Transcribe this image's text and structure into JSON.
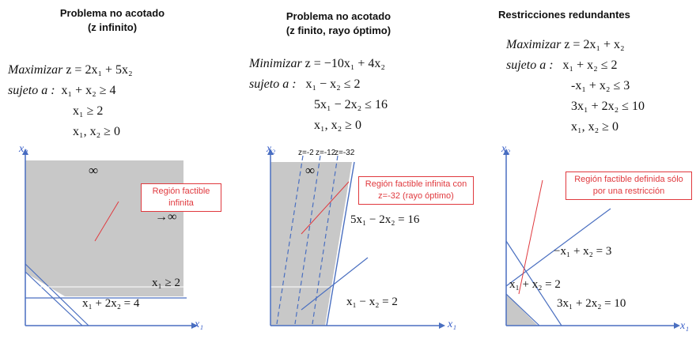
{
  "panel1": {
    "title_line1": "Problema no acotado",
    "title_line2": "(z infinito)",
    "objective_keyword": "Maximizar",
    "objective_expr": "z = 2x₁ + 5x₂",
    "subject_to": "sujeto a :",
    "constraints": [
      "x₁ + x₂ ≥ 4",
      "x₁ ≥ 2",
      "x₁, x₂ ≥ 0"
    ],
    "annotation": "Región factible infinita",
    "arrow_label": "→∞",
    "infinity_label": "∞",
    "line_label_a": "x₁ ≥ 2",
    "line_label_b": "x₁ + 2x₂ = 4",
    "x_axis": "x₁",
    "y_axis": "x₂"
  },
  "panel2": {
    "title_line1": "Problema no acotado",
    "title_line2": "(z finito, rayo óptimo)",
    "objective_keyword": "Minimizar",
    "objective_expr": "z = −10x₁ + 4x₂",
    "subject_to": "sujeto a :",
    "constraints": [
      "x₁ − x₂ ≤ 2",
      "5x₁ − 2x₂ ≤ 16",
      "x₁, x₂ ≥ 0"
    ],
    "annotation": "Región factible infinita con z=-32 (rayo óptimo)",
    "z_levels": [
      "z=-2",
      "z=-12",
      "z=-32"
    ],
    "infinity_label": "∞",
    "line_label_a": "5x₁ − 2x₂ = 16",
    "line_label_b": "x₁ − x₂ = 2",
    "x_axis": "x₁",
    "y_axis": "x₂"
  },
  "panel3": {
    "title_line1": "Restricciones redundantes",
    "objective_keyword": "Maximizar",
    "objective_expr": "z = 2x₁ + x₂",
    "subject_to": "sujeto a :",
    "constraints": [
      "x₁ + x₂ ≤ 2",
      "-x₁ + x₂ ≤ 3",
      "3x₁ + 2x₂ ≤ 10",
      "x₁, x₂ ≥ 0"
    ],
    "annotation": "Región factible definida sólo por una restricción",
    "line_label_a": "−x₁ + x₂ = 3",
    "line_label_b": "x₁ + x₂ = 2",
    "line_label_c": "3x₁ + 2x₂ = 10",
    "x_axis": "x₁",
    "y_axis": "x₂"
  },
  "colors": {
    "region": "#c8c8c8",
    "axis": "#4a6fc0",
    "annotation": "#e0393e"
  }
}
